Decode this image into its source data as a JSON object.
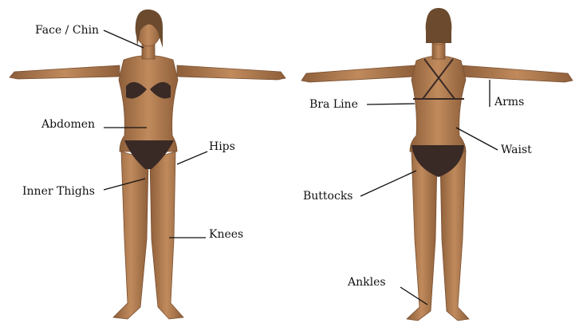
{
  "colors": {
    "skin": "#b07a4e",
    "skin_shade": "#8a5a36",
    "bikini": "#3a2a26",
    "hair": "#6b4a2e",
    "leader": "#111111"
  },
  "front_labels": {
    "face_chin": "Face / Chin",
    "abdomen": "Abdomen",
    "hips": "Hips",
    "inner_thighs": "Inner Thighs",
    "knees": "Knees"
  },
  "back_labels": {
    "bra_line": "Bra Line",
    "arms": "Arms",
    "waist": "Waist",
    "buttocks": "Buttocks",
    "ankles": "Ankles"
  }
}
